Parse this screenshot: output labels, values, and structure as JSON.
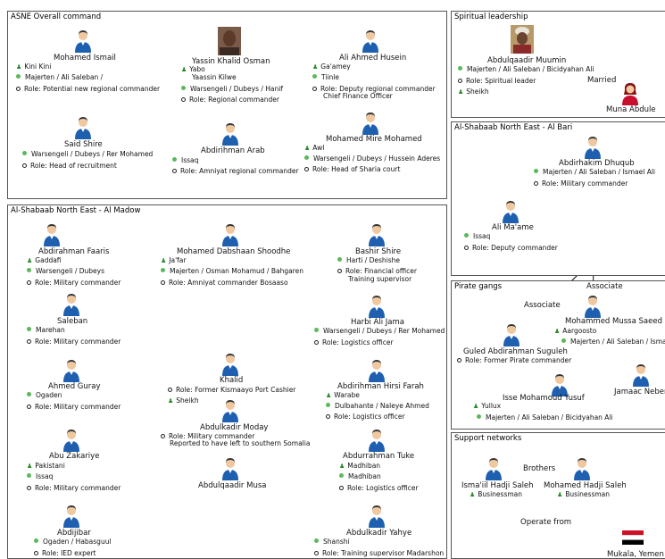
{
  "panels": {
    "asne": "ASNE Overall command",
    "spiritual": "Spiritual leadership",
    "albari": "Al-Shabaab North East - Al Bari",
    "almadow": "Al-Shabaab North East - Al Madow",
    "pirate": "Pirate gangs",
    "support": "Support networks"
  },
  "people": {
    "mohamed_ismail": {
      "name": "Mohamed Ismail",
      "a1": "Kini Kini",
      "a2": "Majerten / Ali Saleban /",
      "a3": "Role: Potential new regional commander"
    },
    "yassin": {
      "name": "Yassin Khalid Osman",
      "a1": "Yabo",
      "a1b": "Yaassin Kilwe",
      "a2": "Warsengeli / Dubeys / Hanif",
      "a3": "Role: Regional commander"
    },
    "ali_ahmed": {
      "name": "Ali Ahmed Husein",
      "a1": "Ga'amey",
      "a2": "Tiinle",
      "a3": "Role: Deputy regional commander",
      "a3b": "Chief Finance Officer"
    },
    "said_shire": {
      "name": "Said Shire",
      "a2": "Warsengeli / Dubeys / Rer Mohamed",
      "a3": "Role: Head of recruitment"
    },
    "abdirihman_arab": {
      "name": "Abdirihman Arab",
      "a2": "Issaq",
      "a3": "Role: Amniyat regional commander"
    },
    "mohamed_mire": {
      "name": "Mohamed Mire Mohamed",
      "a1": "Awl",
      "a2": "Warsengeli / Dubeys / Hussein Aderes",
      "a3": "Role: Head of Sharia court"
    },
    "muumin": {
      "name": "Abdulqaadir Muumin",
      "a2": "Majerten / Ali Saleban / Bicidyahan Ali",
      "a3": "Role: Spiritual leader",
      "a4": "Sheikh"
    },
    "muna": {
      "name": "Muna Abdule"
    },
    "dhuqub": {
      "name": "Abdirhakim Dhuqub",
      "a2": "Majerten / Ali Saleban / Ismael Ali",
      "a3": "Role: Military commander"
    },
    "ali_maame": {
      "name": "Ali Ma'ame",
      "a2": "Issaq",
      "a3": "Role: Deputy commander"
    },
    "faaris": {
      "name": "Abdirahman Faaris",
      "a1": "Gaddafi",
      "a2": "Warsengeli / Dubeys",
      "a3": "Role: Military commander"
    },
    "shoodhe": {
      "name": "Mohamed Dabshaan Shoodhe",
      "a1": "Ja'far",
      "a2": "Majerten / Osman Mohamud / Bahgaren",
      "a3": "Role: Amniyat commander Bosaaso"
    },
    "bashir": {
      "name": "Bashir Shire",
      "a2": "Harti / Deshishe",
      "a3": "Role: Financial officer",
      "a3b": "Training supervisor"
    },
    "saleban": {
      "name": "Saleban",
      "a2": "Marehan",
      "a3": "Role: Military commander"
    },
    "harbi": {
      "name": "Harbi Ali Jama",
      "a2": "Warsengeli / Dubeys / Rer Mohamed",
      "a3": "Role: Logistics officer"
    },
    "guray": {
      "name": "Ahmed Guray",
      "a2": "Ogaden",
      "a3": "Role: Military commander"
    },
    "khalid": {
      "name": "Khalid",
      "a3": "Role: Former Kismaayo Port Cashier",
      "a4": "Sheikh"
    },
    "farah": {
      "name": "Abdirihman Hirsi Farah",
      "a1": "Warabe",
      "a2": "Dulbahante / Naleye Ahmed",
      "a3": "Role: Logistics officer"
    },
    "moday": {
      "name": "Abdulkadir Moday",
      "a3": "Role: Military commander",
      "a3b": "Reported to have left to southern Somalia"
    },
    "zakariye": {
      "name": "Abu Zakariye",
      "a1": "Pakistani",
      "a2": "Issaq",
      "a3": "Role: Military commander"
    },
    "musa": {
      "name": "Abdulqaadir Musa"
    },
    "tuke": {
      "name": "Abdurrahman Tuke",
      "a1": "Madhiban",
      "a2": "Madhiban",
      "a3": "Role: Logistics officer"
    },
    "abdijibar": {
      "name": "Abdijibar",
      "a2": "Ogaden / Habasguul",
      "a3": "Role: IED expert"
    },
    "yahye": {
      "name": "Abdulkadir Yahye",
      "a2": "Shanshi",
      "a3": "Role: Training supervisor Madarshon"
    },
    "mussa_saeed": {
      "name": "Mohammed Mussa Saeed",
      "a1": "Aargoosto",
      "a2": "Majerten / Ali Saleban / Ismael Ali"
    },
    "suguleh": {
      "name": "Guled Abdirahman Suguleh",
      "a3": "Role: Former Pirate commander"
    },
    "yusuf": {
      "name": "Isse Mohamoud Yusuf",
      "a1": "Yullux",
      "a2": "Majerten / Ali Saleban / Bicidyahan Ali"
    },
    "jamaac": {
      "name": "Jamaac Neber"
    },
    "ismail_hadji": {
      "name": "Isma'iil Hadji Saleh",
      "a4": "Businessman"
    },
    "mohamed_hadji": {
      "name": "Mohamed Hadji Saleh",
      "a4": "Businessman"
    },
    "yemen": {
      "name": "Mukala, Yemen"
    }
  },
  "links": {
    "married": "Married",
    "associate1": "Associate",
    "associate2": "Associate",
    "brothers": "Brothers",
    "operate": "Operate from"
  }
}
